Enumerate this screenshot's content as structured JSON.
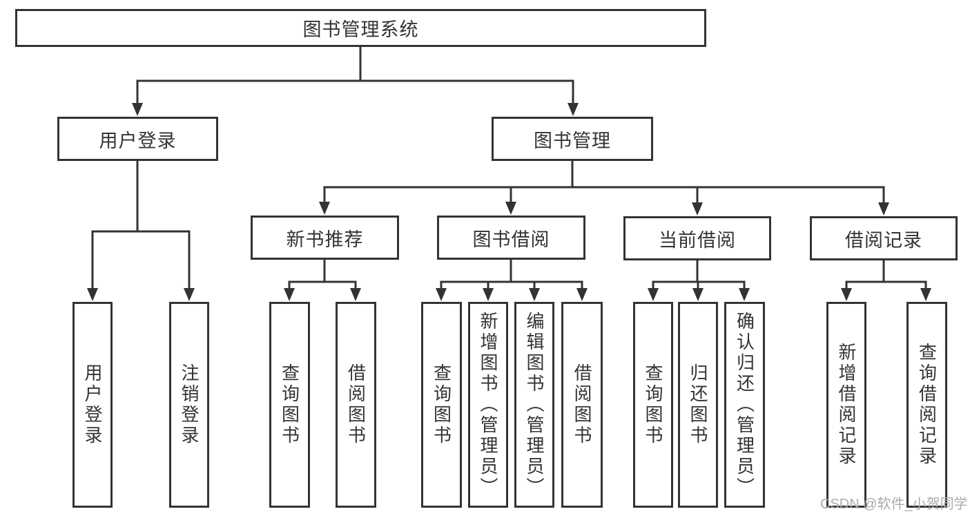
{
  "tree": {
    "root_label": "图书管理系统",
    "user_branch": {
      "label": "用户登录",
      "leaves": [
        "用户登录",
        "注销登录"
      ]
    },
    "book_branch": {
      "label": "图书管理",
      "groups": [
        {
          "label": "新书推荐",
          "leaves": [
            "查询图书",
            "借阅图书"
          ]
        },
        {
          "label": "图书借阅",
          "leaves": [
            "查询图书",
            "新增图书（管理员）",
            "编辑图书（管理员）",
            "借阅图书"
          ]
        },
        {
          "label": "当前借阅",
          "leaves": [
            "查询图书",
            "归还图书",
            "确认归还（管理员）"
          ]
        },
        {
          "label": "借阅记录",
          "leaves": [
            "新增借阅记录",
            "查询借阅记录"
          ]
        }
      ]
    }
  },
  "watermark": "CSDN @软件_小贺同学",
  "colors": {
    "line": "#333333",
    "text": "#333333",
    "watermark": "#ababab",
    "background": "#ffffff"
  }
}
